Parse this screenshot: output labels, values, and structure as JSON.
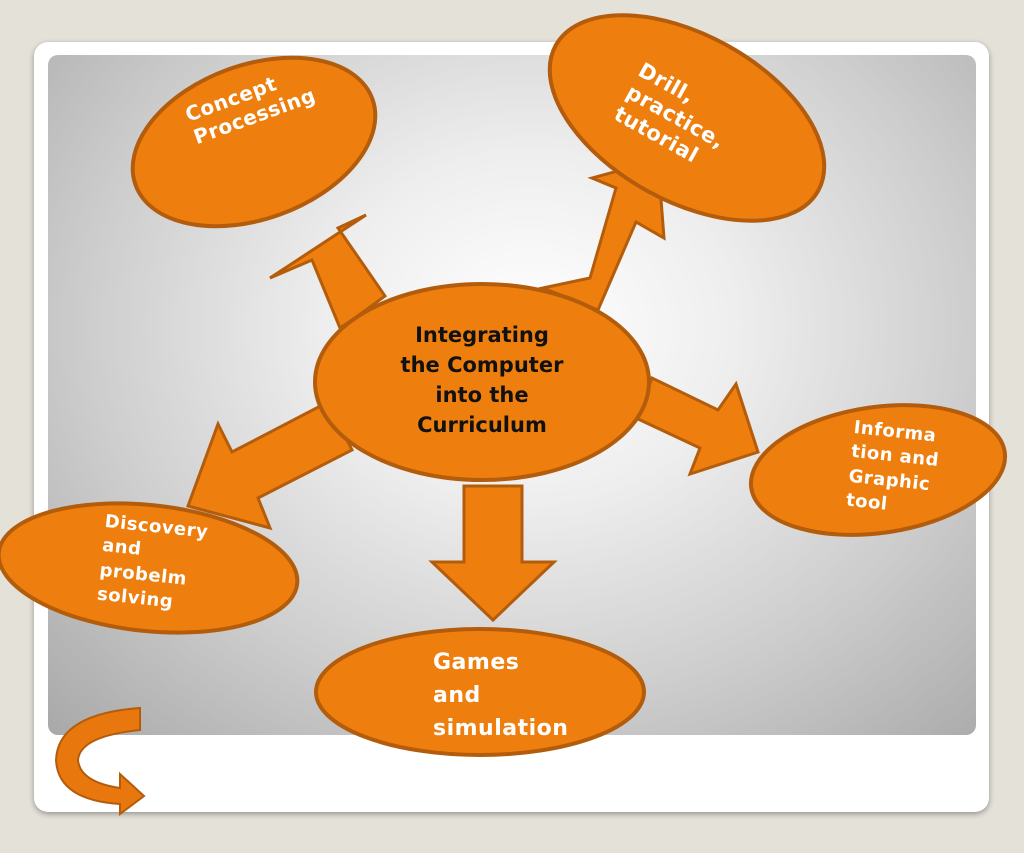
{
  "diagram": {
    "center": {
      "label": "Integrating\nthe Computer\ninto the\nCurriculum"
    },
    "nodes": [
      {
        "id": "concept",
        "label": "Concept\nProcessing"
      },
      {
        "id": "drill",
        "label": "Drill,\npractice,\ntutorial"
      },
      {
        "id": "info",
        "label": "Informa\ntion and\nGraphic\ntool"
      },
      {
        "id": "games",
        "label": "Games\nand\nsimulation"
      },
      {
        "id": "discovery",
        "label": "Discovery\nand\nprobelm\nsolving"
      }
    ],
    "colors": {
      "node_fill": "#ee7f0e",
      "node_stroke": "#b35c0c",
      "center_text": "#111111",
      "node_text": "#ffffff"
    }
  }
}
